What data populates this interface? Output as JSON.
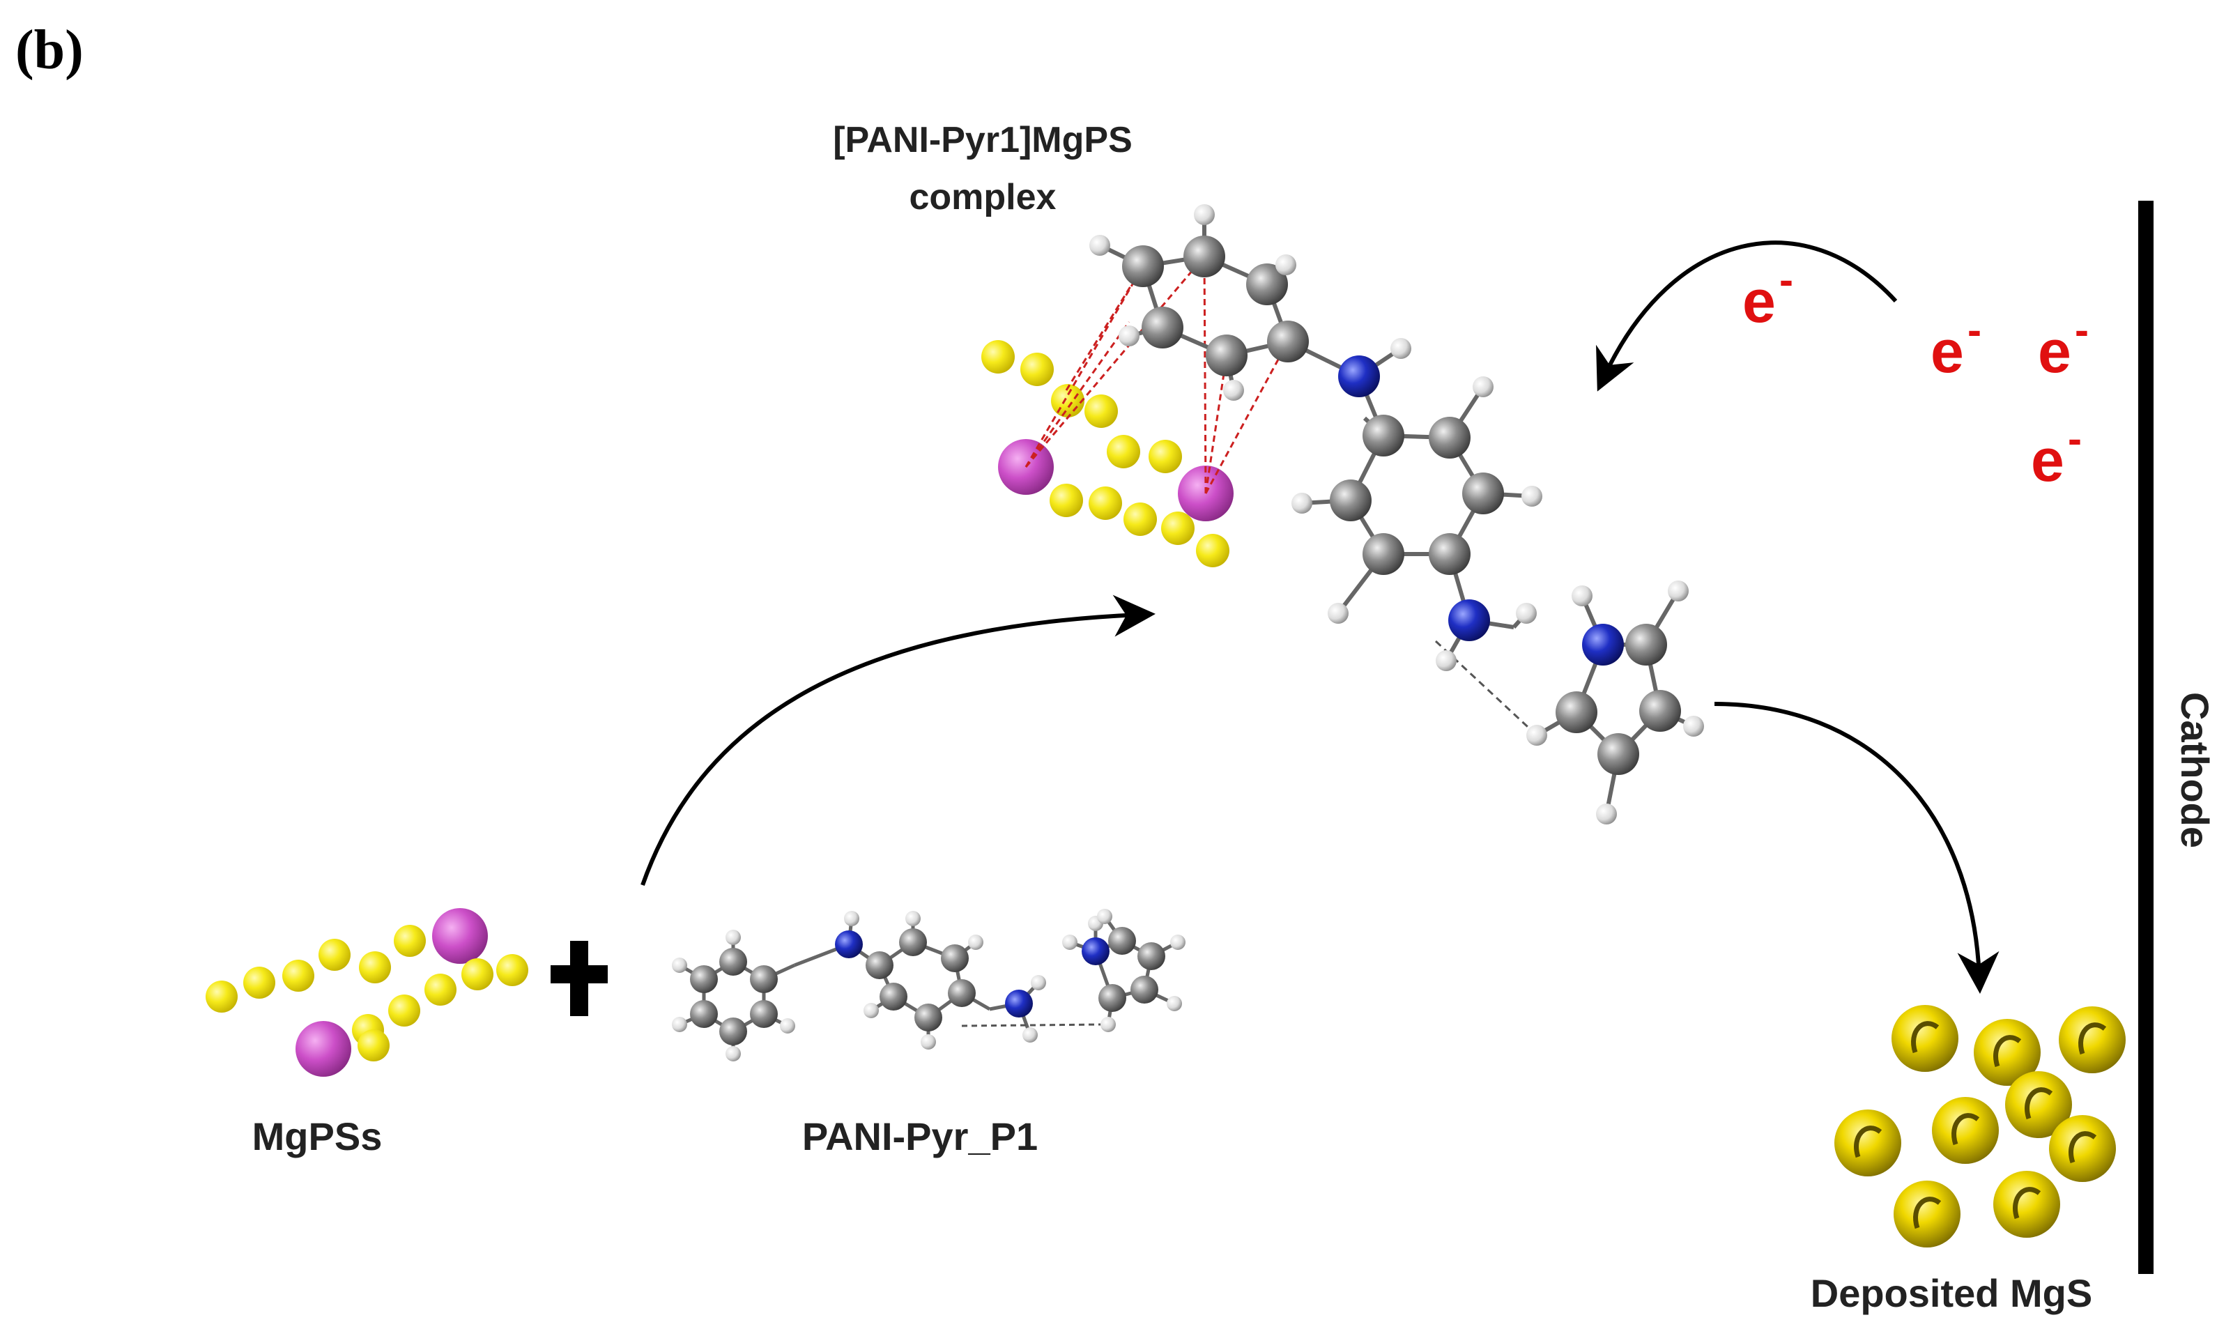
{
  "panel_label": "(b)",
  "complex_label": {
    "line1": "[PANI-Pyr1]MgPS",
    "line2": "complex"
  },
  "reactant_labels": {
    "polysulfides": "MgPSs",
    "polymer": "PANI-Pyr_P1"
  },
  "plus_symbol": "+",
  "electrode_label": "Cathode",
  "product_label": "Deposited MgS",
  "electron_symbol": "e",
  "electron_charge": "-",
  "colors": {
    "sulfur": "#f2e51a",
    "magnesium": "#cc4fc8",
    "carbon": "#8a8a8a",
    "nitrogen": "#1f2fc4",
    "hydrogen": "#e6e6e6",
    "electron_text": "#e01010",
    "interaction_line": "#cc2020",
    "hbond_line": "#555555",
    "arrow": "#000000",
    "mgs_particle": "#e0c800"
  }
}
